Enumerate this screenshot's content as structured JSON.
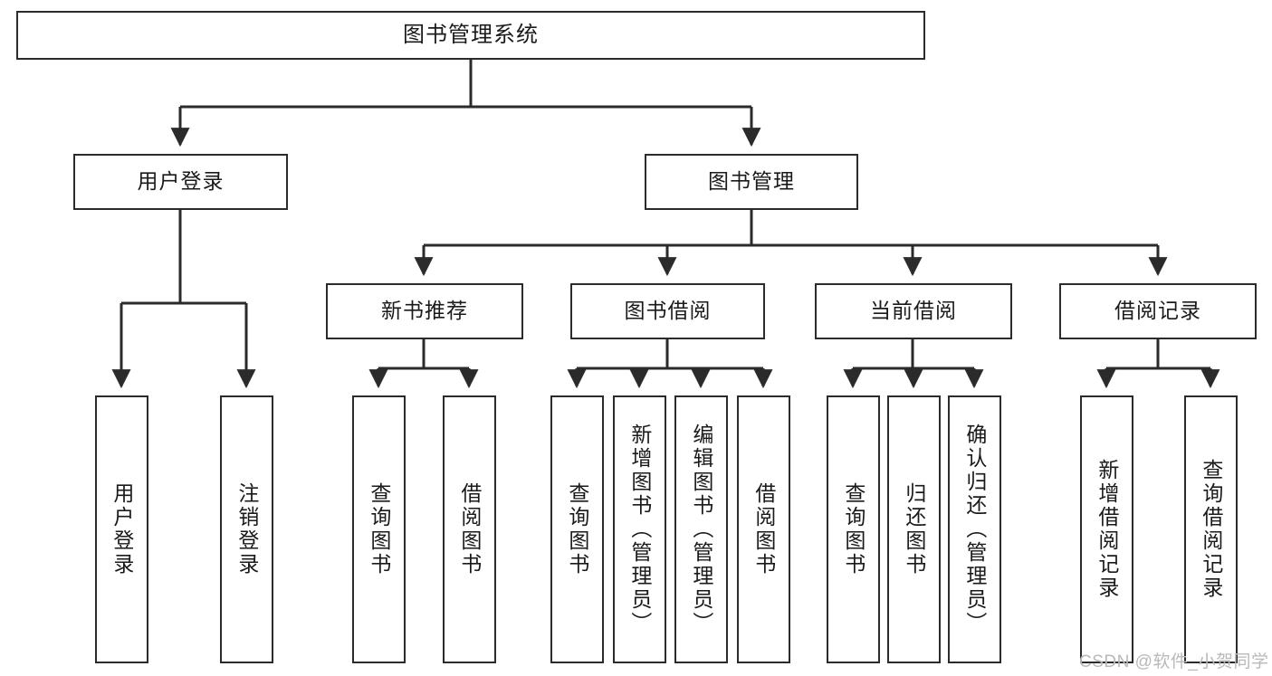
{
  "diagram": {
    "type": "tree-hierarchy-chart",
    "title": "图书管理系统",
    "background_color": "#ffffff",
    "box_border_color": "#2b2b2b",
    "box_fill_color": "#ffffff",
    "connector_color": "#2b2b2b",
    "levels": 4
  },
  "root": {
    "label": "图书管理系统"
  },
  "level2": [
    {
      "label": "用户登录"
    },
    {
      "label": "图书管理"
    }
  ],
  "level3": [
    {
      "label": "新书推荐"
    },
    {
      "label": "图书借阅"
    },
    {
      "label": "当前借阅"
    },
    {
      "label": "借阅记录"
    }
  ],
  "leaves": {
    "user_login": [
      {
        "label": "用户登录"
      },
      {
        "label": "注销登录"
      }
    ],
    "new_book_recommend": [
      {
        "label": "查询图书"
      },
      {
        "label": "借阅图书"
      }
    ],
    "book_borrow": [
      {
        "label": "查询图书"
      },
      {
        "label": "新增图书（管理员）"
      },
      {
        "label": "编辑图书（管理员）"
      },
      {
        "label": "借阅图书"
      }
    ],
    "current_borrow": [
      {
        "label": "查询图书"
      },
      {
        "label": "归还图书"
      },
      {
        "label": "确认归还（管理员）"
      }
    ],
    "borrow_record": [
      {
        "label": "新增借阅记录"
      },
      {
        "label": "查询借阅记录"
      }
    ]
  },
  "watermark": {
    "text": "CSDN @软件_小贺同学",
    "color": "#b9b9b9"
  }
}
